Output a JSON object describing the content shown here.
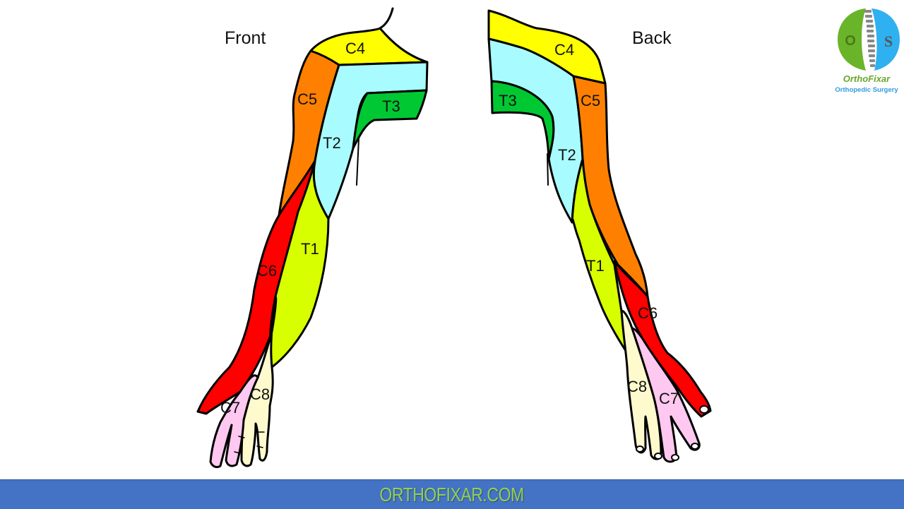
{
  "diagram": {
    "type": "dermatome-map-upper-limb",
    "views": [
      {
        "id": "front",
        "label": "Front"
      },
      {
        "id": "back",
        "label": "Back"
      }
    ],
    "colors": {
      "C4": "#ffff00",
      "C5": "#ff8000",
      "C6": "#ff0000",
      "C7": "#ffc8f0",
      "C8": "#fffacd",
      "T1": "#d8ff00",
      "T2": "#a8fcff",
      "T3": "#00c832",
      "outline": "#000000"
    },
    "front_segments": {
      "C4": "C4",
      "C5": "C5",
      "T2": "T2",
      "T3": "T3",
      "T1": "T1",
      "C6": "C6",
      "C7": "C7",
      "C8": "C8"
    },
    "back_segments": {
      "C4": "C4",
      "C5": "C5",
      "T2": "T2",
      "T3": "T3",
      "T1": "T1",
      "C6": "C6",
      "C7": "C7",
      "C8": "C8"
    }
  },
  "logo": {
    "left_letter": "O",
    "right_letter": "S",
    "name": "OrthoFixar",
    "subtitle": "Orthopedic Surgery",
    "colors": {
      "left": "#6ab42a",
      "right": "#2fb0f0"
    }
  },
  "footer": {
    "text": "ORTHOFIXAR.COM",
    "background": "#4472c4",
    "text_color": "#92d050"
  }
}
